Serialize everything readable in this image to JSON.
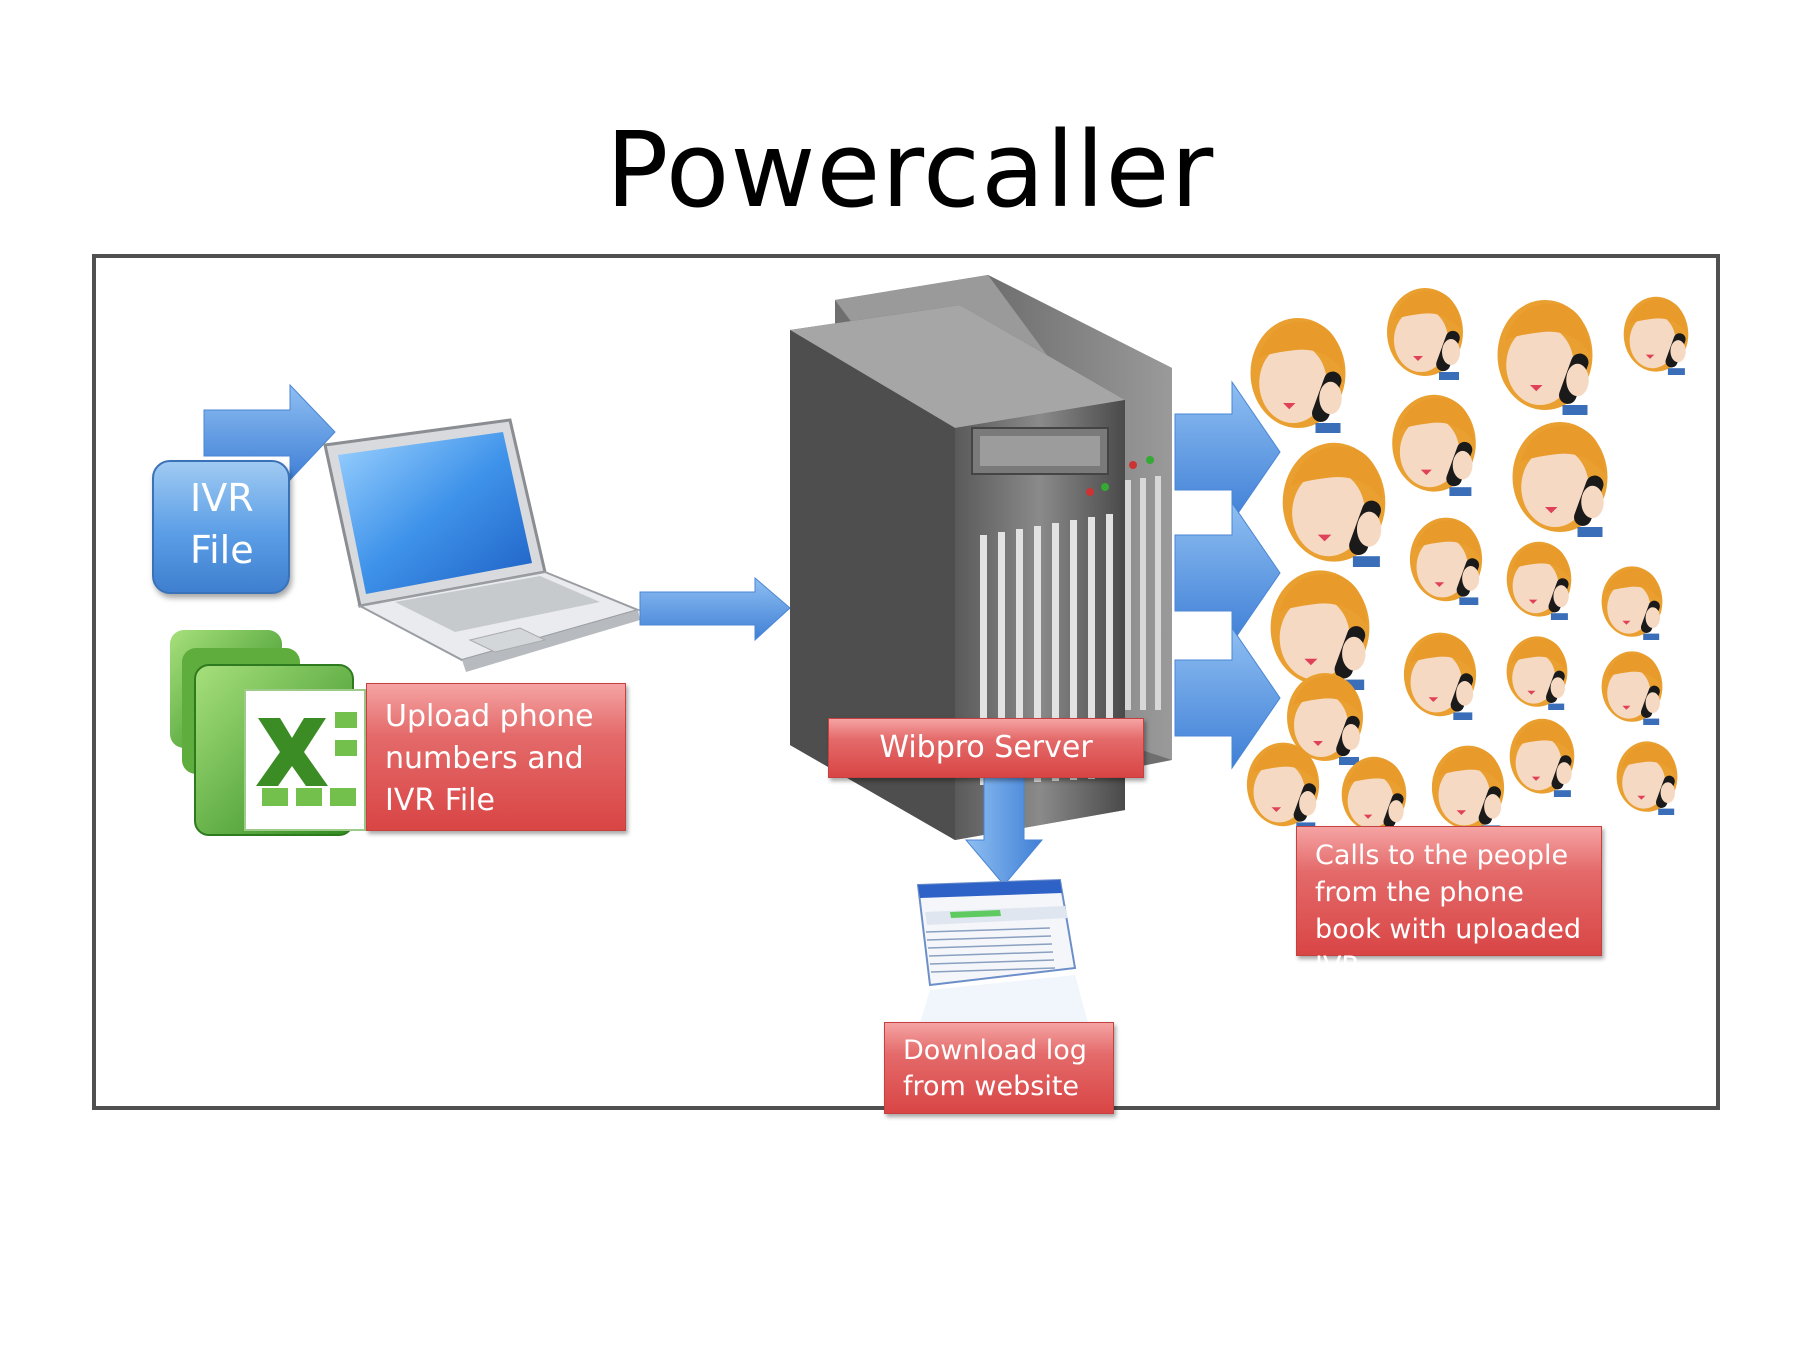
{
  "title": "Powercaller",
  "labels": {
    "ivr_file": "IVR File",
    "upload": "Upload  phone numbers and IVR File",
    "server": "Wibpro Server",
    "calls": "Calls to the people from the phone book with uploaded IVR",
    "download": "Download log from website"
  },
  "colors": {
    "arrow_blue": "#5b9be8",
    "label_red": "#de5454",
    "frame_border": "#505050"
  },
  "icons": [
    "laptop-icon",
    "excel-icon",
    "server-icon",
    "log-window-icon",
    "person-phone-icon"
  ]
}
